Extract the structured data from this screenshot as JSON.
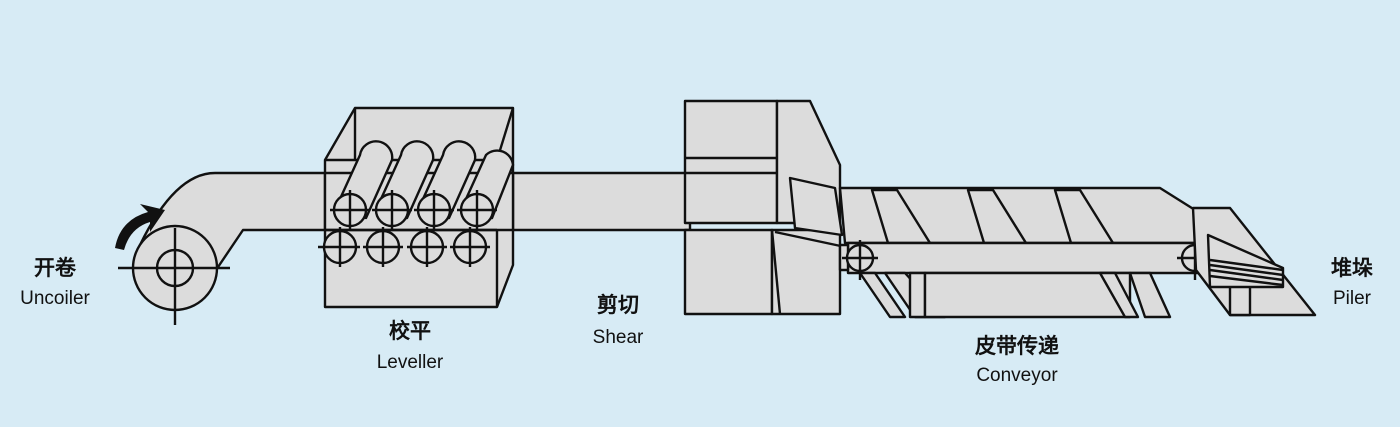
{
  "stages": [
    {
      "zh": "开卷",
      "en": "Uncoiler"
    },
    {
      "zh": "校平",
      "en": "Leveller"
    },
    {
      "zh": "剪切",
      "en": "Shear"
    },
    {
      "zh": "皮带传递",
      "en": "Conveyor"
    },
    {
      "zh": "堆垛",
      "en": "Piler"
    }
  ],
  "colors": {
    "background": "#d7ebf5",
    "machine": "#dcdcdc",
    "line": "#111111"
  }
}
